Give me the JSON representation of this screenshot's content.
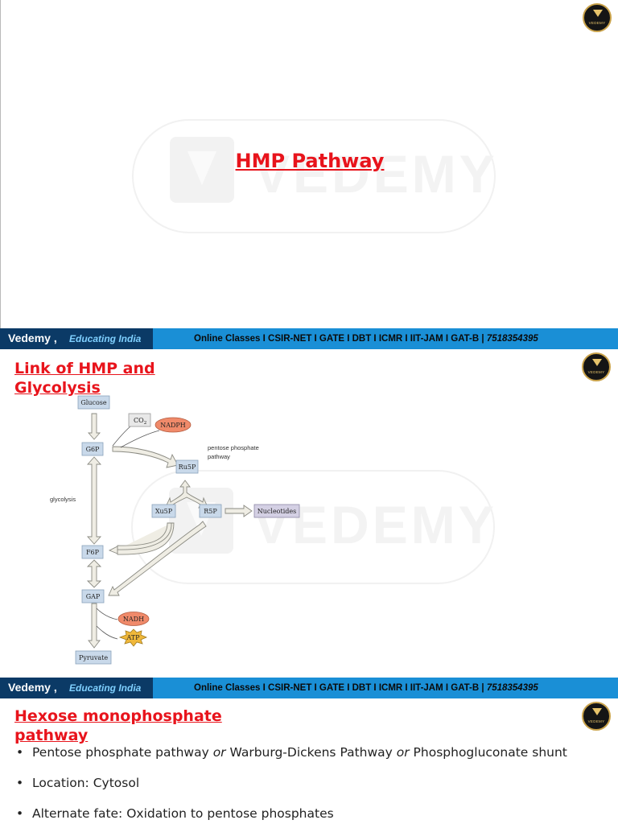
{
  "slides": {
    "slide1": {
      "title": "HMP Pathway"
    },
    "slide2": {
      "heading_line1": "Link of HMP and",
      "heading_line2": "Glycolysis",
      "diagram": {
        "glucose": "Glucose",
        "co2": "CO",
        "co2_sub": "2",
        "nadph": "NADPH",
        "g6p": "G6P",
        "pentose_label_line1": "pentose phosphate",
        "pentose_label_line2": "pathway",
        "ru5p": "Ru5P",
        "glycolysis_label": "glycolysis",
        "xu5p": "Xu5P",
        "r5p": "R5P",
        "nucleotides": "Nucleotides",
        "f6p": "F6P",
        "gap": "GAP",
        "nadh": "NADH",
        "atp": "ATP",
        "pyruvate": "Pyruvate"
      }
    },
    "slide3": {
      "heading_line1": "Hexose monophosphate",
      "heading_line2": "pathway",
      "bullet_symbol": "•",
      "bullets": [
        {
          "a": "Pentose phosphate pathway ",
          "b": "or",
          "c": " Warburg-Dickens Pathway ",
          "d": "or",
          "e": " Phosphogluconate shunt"
        },
        {
          "a": "Location: Cytosol"
        },
        {
          "a": "Alternate fate: Oxidation to pentose phosphates"
        }
      ]
    }
  },
  "watermark_text": "VEDEMY",
  "badge_text": "VEDEMY",
  "banner": {
    "brand": "Vedemy ,",
    "tagline": "Educating India",
    "courses": "Online Classes I CSIR-NET I GATE I DBT I ICMR I IIT-JAM I GAT-B |",
    "phone": "7518354395"
  },
  "colors": {
    "heading_red": "#e8141c",
    "banner_blue": "#1a8fd6",
    "banner_navy": "#0b3a66",
    "box_blue": "#c9d9ea",
    "nad_orange": "#f08a6a"
  }
}
